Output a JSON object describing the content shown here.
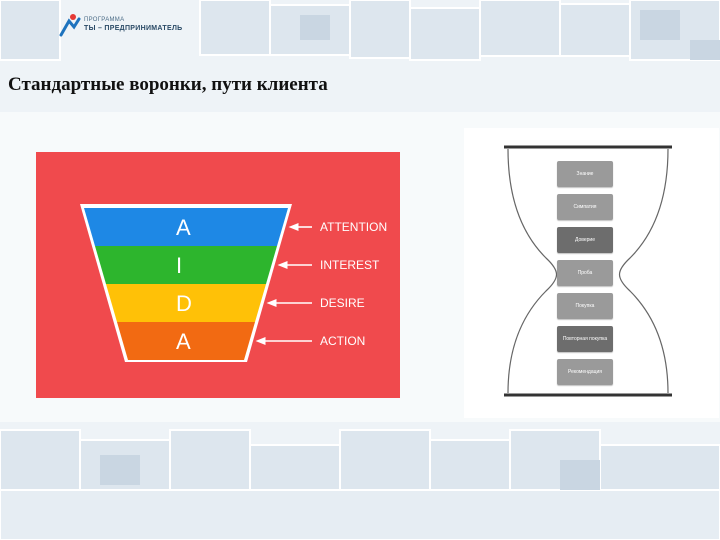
{
  "header": {
    "logo_line1": "ПРОГРАММА",
    "logo_line2": "ТЫ – ПРЕДПРИНИМАТЕЛЬ"
  },
  "slide": {
    "title": "Стандартные воронки, пути клиента"
  },
  "aida": {
    "background_color": "#f04a4d",
    "stages": [
      {
        "letter": "A",
        "label": "ATTENTION",
        "color": "#1e88e5"
      },
      {
        "letter": "I",
        "label": "INTEREST",
        "color": "#2db52d"
      },
      {
        "letter": "D",
        "label": "DESIRE",
        "color": "#ffc107"
      },
      {
        "letter": "A",
        "label": "ACTION",
        "color": "#f26a12"
      }
    ]
  },
  "hourglass": {
    "steps": [
      {
        "label": "Знание",
        "style": "light"
      },
      {
        "label": "Симпатия",
        "style": "light"
      },
      {
        "label": "Доверие",
        "style": "dark"
      },
      {
        "label": "Проба",
        "style": "light"
      },
      {
        "label": "Покупка",
        "style": "light"
      },
      {
        "label": "Повторная покупка",
        "style": "dark"
      },
      {
        "label": "Рекомендация",
        "style": "light"
      }
    ]
  }
}
